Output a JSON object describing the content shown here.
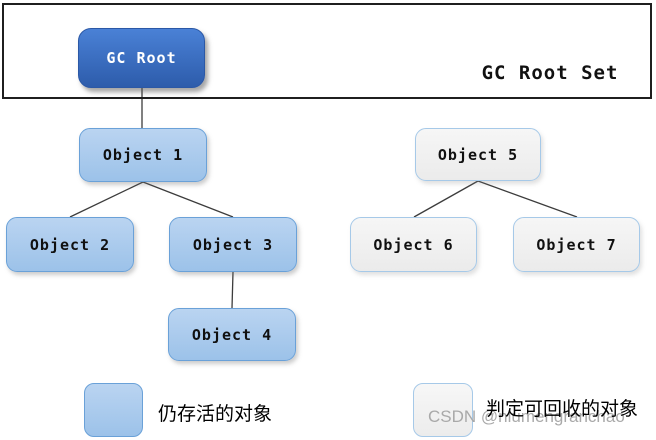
{
  "title_area": {
    "gc_root_set_label": "GC Root Set",
    "gc_root_label": "GC Root"
  },
  "nodes": [
    {
      "id": "object-1",
      "label": "Object 1",
      "type": "alive"
    },
    {
      "id": "object-2",
      "label": "Object 2",
      "type": "alive"
    },
    {
      "id": "object-3",
      "label": "Object 3",
      "type": "alive"
    },
    {
      "id": "object-4",
      "label": "Object 4",
      "type": "alive"
    },
    {
      "id": "object-5",
      "label": "Object 5",
      "type": "recyclable"
    },
    {
      "id": "object-6",
      "label": "Object 6",
      "type": "recyclable"
    },
    {
      "id": "object-7",
      "label": "Object 7",
      "type": "recyclable"
    }
  ],
  "edges": [
    {
      "from": "gc-root",
      "to": "object-1"
    },
    {
      "from": "object-1",
      "to": "object-2"
    },
    {
      "from": "object-1",
      "to": "object-3"
    },
    {
      "from": "object-3",
      "to": "object-4"
    },
    {
      "from": "object-5",
      "to": "object-6"
    },
    {
      "from": "object-5",
      "to": "object-7"
    }
  ],
  "legend": [
    {
      "swatch": "alive",
      "label": "仍存活的对象"
    },
    {
      "swatch": "recyclable",
      "label": "判定可回收的对象"
    }
  ],
  "watermark": "CSDN @niumengranchao",
  "colors": {
    "gc_root_fill_top": "#4a81d6",
    "gc_root_fill_bottom": "#2d5cab",
    "alive_fill_top": "#bad4f1",
    "alive_fill_bottom": "#9cc2e9",
    "alive_border": "#6aa1d8",
    "recyclable_fill": "#f0f0f0",
    "recyclable_border": "#a6c9e8",
    "edge_stroke": "#3c3c3c",
    "rootset_border": "#1f1f1f",
    "watermark_text": "#a9a9a9"
  }
}
